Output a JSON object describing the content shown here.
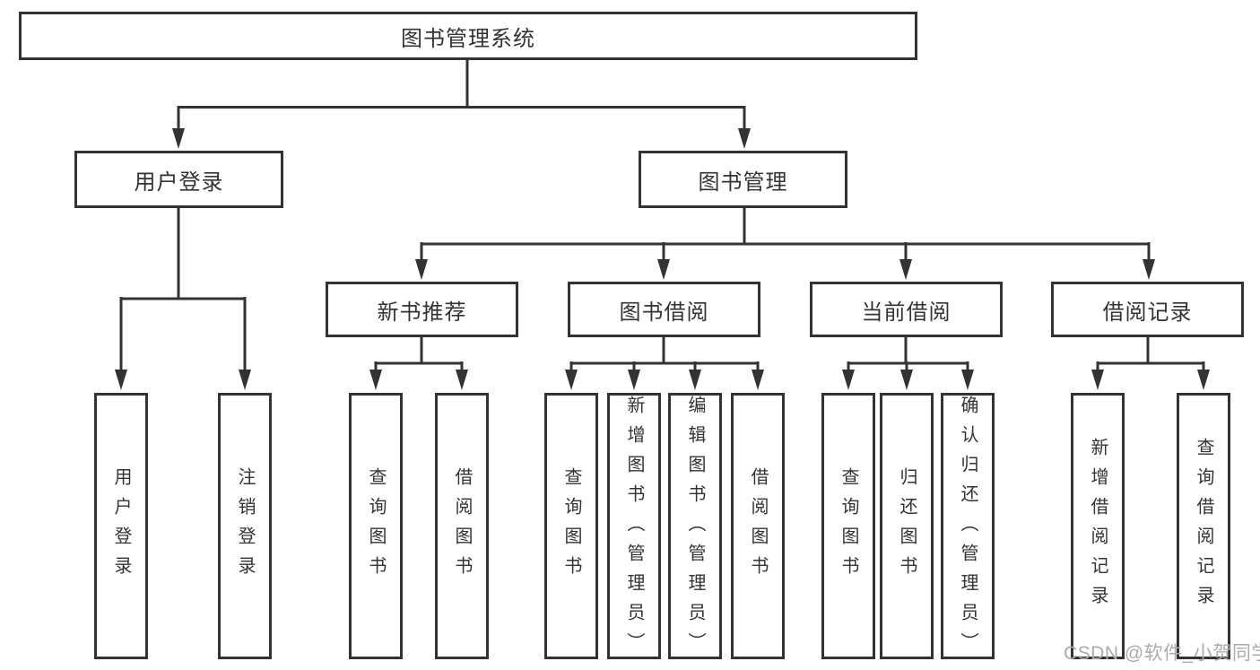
{
  "diagram": {
    "tree": {
      "root": {
        "label": "图书管理系统"
      },
      "user_login": {
        "label": "用户登录",
        "children": [
          {
            "label": "用户登录"
          },
          {
            "label": "注销登录"
          }
        ]
      },
      "book_management": {
        "label": "图书管理",
        "children": [
          {
            "label": "新书推荐",
            "children": [
              {
                "label": "查询图书"
              },
              {
                "label": "借阅图书"
              }
            ]
          },
          {
            "label": "图书借阅",
            "children": [
              {
                "label": "查询图书"
              },
              {
                "label": "新增图书（管理员）"
              },
              {
                "label": "编辑图书（管理员）"
              },
              {
                "label": "借阅图书"
              }
            ]
          },
          {
            "label": "当前借阅",
            "children": [
              {
                "label": "查询图书"
              },
              {
                "label": "归还图书"
              },
              {
                "label": "确认归还（管理员）"
              }
            ]
          },
          {
            "label": "借阅记录",
            "children": [
              {
                "label": "新增借阅记录"
              },
              {
                "label": "查询借阅记录"
              }
            ]
          }
        ]
      }
    },
    "colors": {
      "line": "#333333",
      "border": "#333333",
      "text": "#333333",
      "background": "#ffffff",
      "watermark": "#ababab"
    }
  },
  "watermark": {
    "text": "CSDN @软件_小贺同学"
  }
}
